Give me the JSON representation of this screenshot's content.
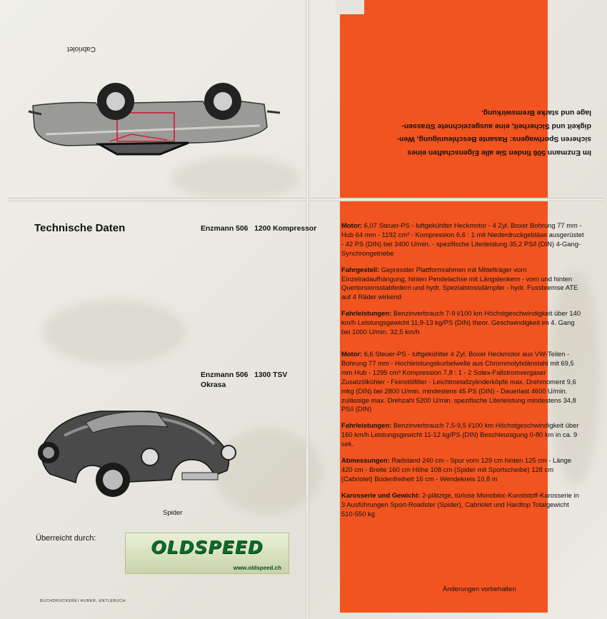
{
  "top_panel": {
    "caption": "Cabriolet",
    "lines": [
      "Im Enzmann 506 finden Sie alle Eigenschaften eines",
      "sicheren Sportwagens: Rasante Beschleunigung, Wen-",
      "digkeit und Sicherheit, eine ausgezeichnete Strassen-",
      "lage und starke Bremswirkung."
    ]
  },
  "title": "Technische Daten",
  "model_1": {
    "name": "Enzmann 506",
    "variant": "1200 Kompressor"
  },
  "model_2": {
    "name": "Enzmann 506",
    "variant": "1300 TSV",
    "sub": "Okrasa"
  },
  "specs_1": {
    "motor_label": "Motor:",
    "motor_text": "6,07 Steuer-PS - luftgekühlter Heckmotor - 4 Zyl. Boxer Bohrung 77 mm - Hub 64 mm - 1192 cm³ - Kompression 6,6 : 1 mit Niederdruckgebläse ausgerüstet - 42 PS (DIN) bei 3400 U/min. - spezifische Literleistung 35,2 PS/l (DIN) 4-Gang-Synchrongetriebe",
    "chassis_label": "Fahrgestell:",
    "chassis_text": "Gepresster Plattformrahmen mit Mittelträger vorn Einzelradaufhängung, hinten Pendelachse mit Längslenkern - vorn und hinten Quertorsionsstabfedern und hydr. Spezialstossdämpfer - hydr. Fussbremse ATE auf 4 Räder wirkend",
    "perf_label": "Fahrleistungen:",
    "perf_text": "Benzinverbrauch 7-9 l/100 km Höchstgeschwindigkeit über 140 km/h Leistungsgewicht 11,9-13 kg/PS (DIN) theor. Geschwindigkeit im 4. Gang bei 1000 U/min. 32,5 km/h"
  },
  "specs_2": {
    "motor_label": "Motor:",
    "motor_text": "6,6 Steuer-PS - luftgekühlter 4 Zyl. Boxer Heckmotor aus VW-Teilen - Bohrung 77 mm - Hochleistungskurbelwelle aus Chrommolybdänstahl mit 69,5 mm Hub - 1295 cm³ Kompression 7,8 : 1 - 2 Solex-Fallstromvergaser Zusatzölkühler - Feinstölfilter - Leichtmetallzylinderköpfe max. Drehmoment 9,6 mkg (DIN) bei 2800 U/min. mindestens 45 PS (DIN) - Dauerlast 4600 U/min. zulässige max. Drehzahl 5200 U/min. spezifische Literleistung mindestens 34,8 PS/l (DIN)",
    "perf_label": "Fahrleistungen:",
    "perf_text": "Benzinverbrauch 7,5-9,5 l/100 km Höchstgeschwindigkeit über 160 km/h Leistungsgewicht 11-12 kg/PS (DIN) Beschleunigung 0-80 km in ca. 9 sek.",
    "dims_label": "Abmessungen:",
    "dims_text": "Radstand 240 cm - Spur vorn 129 cm hinten 125 cm - Länge 420 cm - Breite 160 cm Höhe 108 cm (Spider mit Sportscheibe) 128 cm (Cabriolet) Bodenfreiheit 16 cm - Wendekreis 10,8 m",
    "body_label": "Karosserie und Gewicht:",
    "body_text": "2-plätzige, türlose Monobloc-Kunststoff-Karosserie in 3 Ausführungen Sport-Roadster (Spider), Cabriolet und Hardtop Totalgewicht 510-550 kg"
  },
  "spider_caption": "Spider",
  "handed_over": "Überreicht durch:",
  "logo": {
    "text": "OLDSPEED",
    "url": "www.oldspeed.ch"
  },
  "printer": "BUCHDRUCKEREI HUBER, ENTLEBUCH",
  "changes_note": "Änderungen vorbehalten",
  "colors": {
    "orange": "#f2541f",
    "paper": "#ecebe4",
    "logo_green": "#0e6b2a"
  }
}
